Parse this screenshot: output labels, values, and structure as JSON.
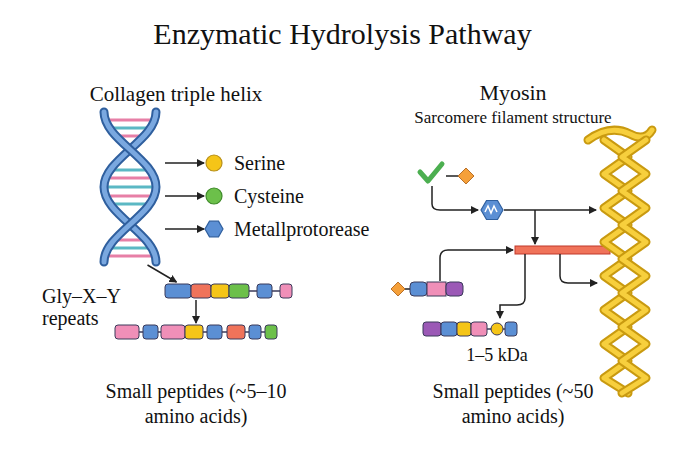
{
  "diagram": {
    "title": "Enzymatic Hydrolysis Pathway",
    "nodes": [
      {
        "text": [
          "Collagen triple helix"
        ]
      },
      {
        "text": [
          "Serine"
        ]
      },
      {
        "text": [
          "Cysteine"
        ]
      },
      {
        "text": [
          "Metallprotorease"
        ]
      },
      {
        "text": [
          "Gly–X–Y repeats"
        ]
      },
      {
        "text": [
          "Small peptides (~5–10 amino acids)"
        ]
      },
      {
        "text": [
          "Myosin",
          "Sarcomere filament structure"
        ]
      },
      {
        "text": [
          "1–5 kDa",
          "Small peptides (~50 amino acids)"
        ]
      }
    ],
    "edges": [
      {
        "from": 0,
        "to": 1,
        "arrow": "to"
      },
      {
        "from": 0,
        "to": 2,
        "arrow": "to"
      },
      {
        "from": 0,
        "to": 3,
        "arrow": "to"
      },
      {
        "from": 0,
        "to": 4,
        "arrow": "to"
      },
      {
        "from": 4,
        "to": 5,
        "arrow": "to"
      }
    ]
  }
}
